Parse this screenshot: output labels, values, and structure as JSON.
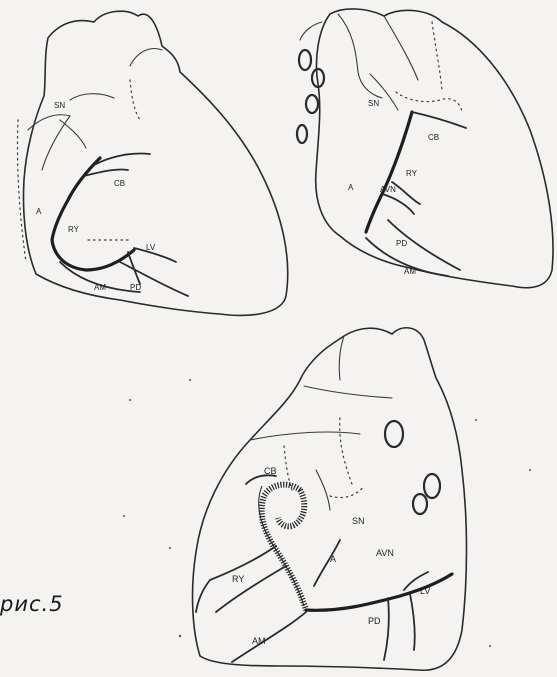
{
  "caption": "рис.5",
  "figures": {
    "top_left": {
      "labels": {
        "sn": "SN",
        "cb": "CB",
        "ry": "RY",
        "lv": "LV",
        "am": "AM",
        "pd": "PD",
        "a": "A"
      }
    },
    "top_right": {
      "labels": {
        "sn": "SN",
        "cb": "CB",
        "ry": "RY",
        "a": "A",
        "avn": "AVN",
        "pd": "PD",
        "am": "AM"
      }
    },
    "bottom": {
      "labels": {
        "cb": "CB",
        "sn": "SN",
        "a": "A",
        "avn": "AVN",
        "ry": "RY",
        "lv": "LV",
        "pd": "PD",
        "am": "AM"
      }
    }
  }
}
